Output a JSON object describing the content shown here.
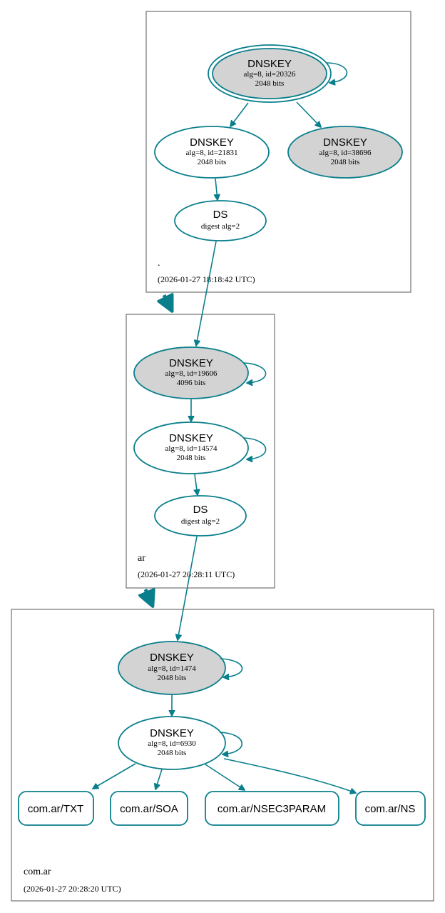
{
  "zones": {
    "root": {
      "name": ".",
      "timestamp": "(2026-01-27 18:18:42 UTC)",
      "nodes": {
        "ksk": {
          "type": "DNSKEY",
          "detail": "alg=8, id=20326",
          "size": "2048 bits"
        },
        "zsk": {
          "type": "DNSKEY",
          "detail": "alg=8, id=21831",
          "size": "2048 bits"
        },
        "sep2": {
          "type": "DNSKEY",
          "detail": "alg=8, id=38696",
          "size": "2048 bits"
        },
        "ds": {
          "type": "DS",
          "detail": "digest alg=2"
        }
      }
    },
    "ar": {
      "name": "ar",
      "timestamp": "(2026-01-27 20:28:11 UTC)",
      "nodes": {
        "ksk": {
          "type": "DNSKEY",
          "detail": "alg=8, id=19606",
          "size": "4096 bits"
        },
        "zsk": {
          "type": "DNSKEY",
          "detail": "alg=8, id=14574",
          "size": "2048 bits"
        },
        "ds": {
          "type": "DS",
          "detail": "digest alg=2"
        }
      }
    },
    "comar": {
      "name": "com.ar",
      "timestamp": "(2026-01-27 20:28:20 UTC)",
      "nodes": {
        "ksk": {
          "type": "DNSKEY",
          "detail": "alg=8, id=1474",
          "size": "2048 bits"
        },
        "zsk": {
          "type": "DNSKEY",
          "detail": "alg=8, id=6930",
          "size": "2048 bits"
        }
      },
      "rrsets": {
        "txt": "com.ar/TXT",
        "soa": "com.ar/SOA",
        "nsec3param": "com.ar/NSEC3PARAM",
        "ns": "com.ar/NS"
      }
    }
  },
  "colors": {
    "edge": "#0a7f8c",
    "sep_fill": "#d3d3d3",
    "border": "#555555"
  }
}
